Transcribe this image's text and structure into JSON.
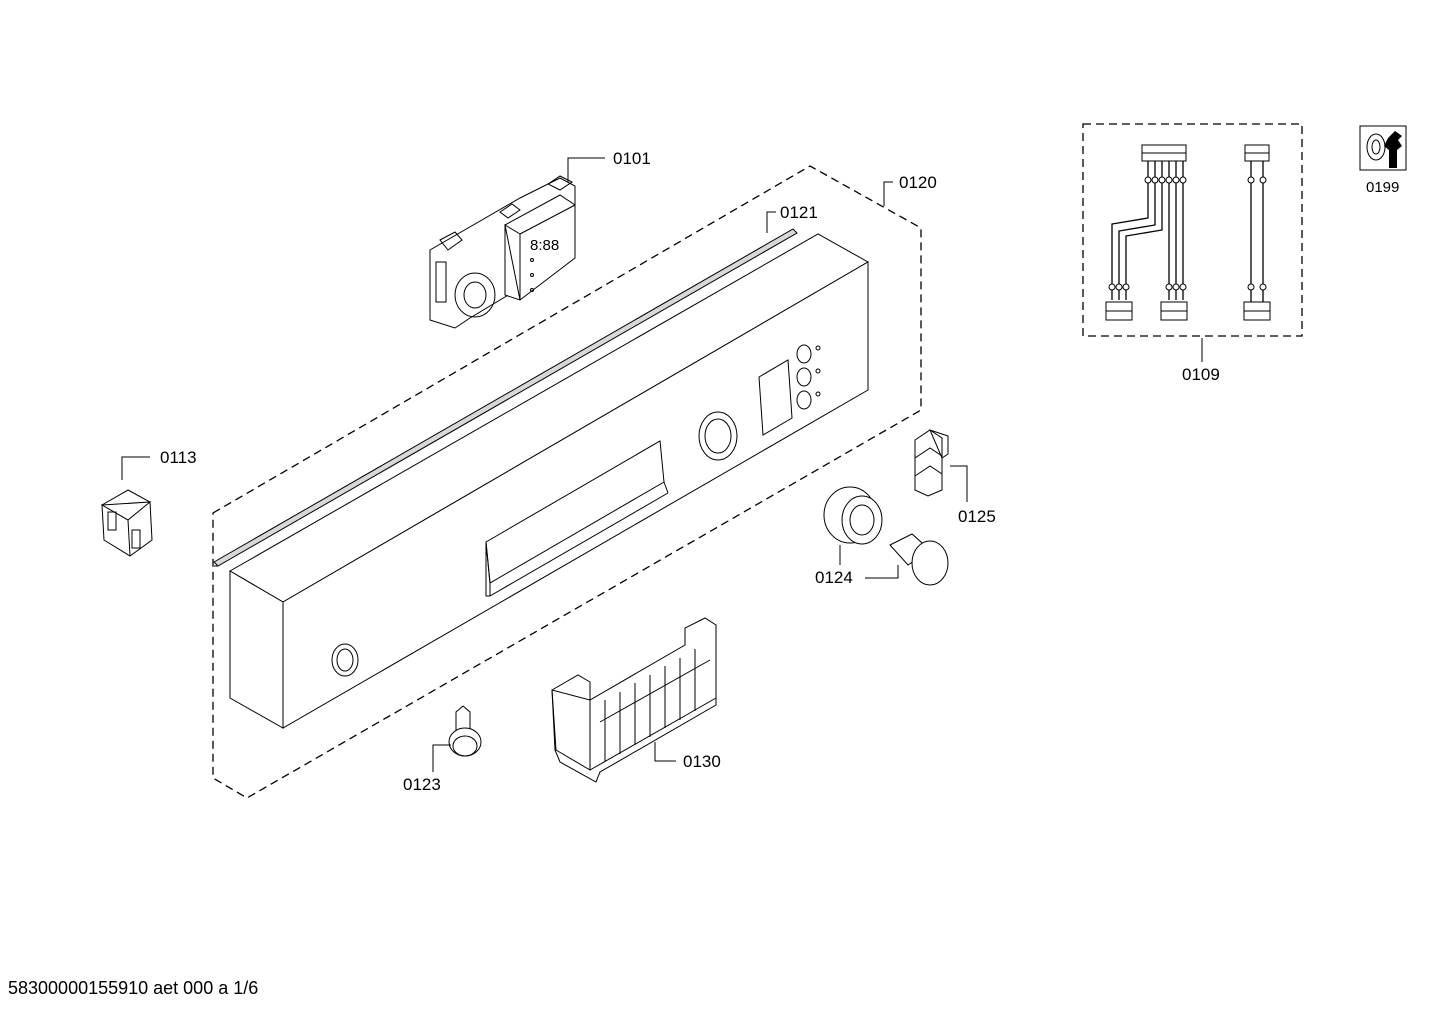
{
  "diagram": {
    "part_numbers": {
      "p0101": "0101",
      "p0120": "0120",
      "p0121": "0121",
      "p0109": "0109",
      "p0199": "0199",
      "p0113": "0113",
      "p0125": "0125",
      "p0124": "0124",
      "p0123": "0123",
      "p0130": "0130"
    },
    "display_digits": "8:88"
  },
  "footer": {
    "document_code": "58300000155910 aet 000 a 1/6"
  }
}
